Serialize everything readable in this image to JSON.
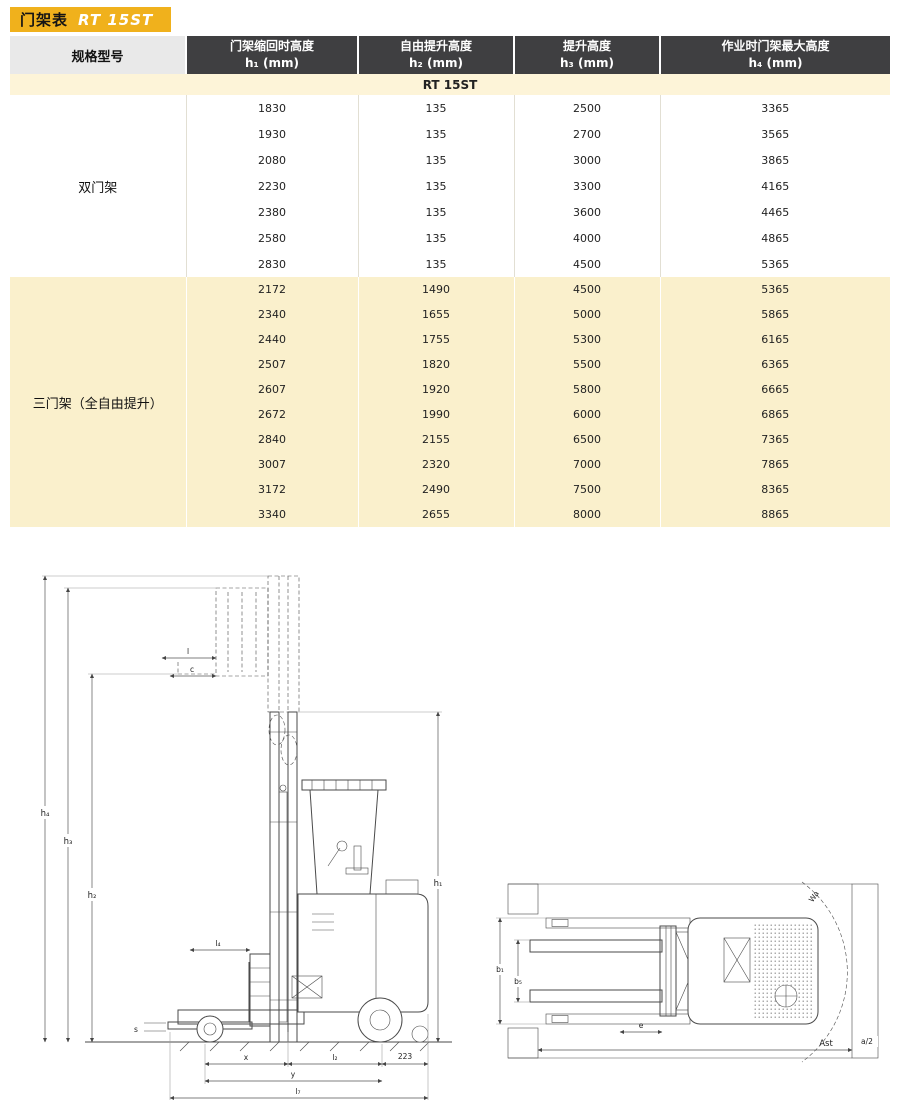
{
  "page": {
    "title": "门架表",
    "model": "RT 15ST"
  },
  "colors": {
    "brand_yellow": "#F0B11C",
    "header_dark": "#3F3F41",
    "header_light_gray": "#E9E9E9",
    "subheader_cream": "#FDF4D8",
    "section_cream": "#FAF0CC"
  },
  "table": {
    "spec_header": "规格型号",
    "columns": [
      {
        "line1": "门架缩回时高度",
        "line2": "h₁ (mm)"
      },
      {
        "line1": "自由提升高度",
        "line2": "h₂ (mm)"
      },
      {
        "line1": "提升高度",
        "line2": "h₃ (mm)"
      },
      {
        "line1": "作业时门架最大高度",
        "line2": "h₄ (mm)"
      }
    ],
    "subheader": "RT 15ST",
    "groups": [
      {
        "name": "双门架",
        "rows": [
          [
            "1830",
            "135",
            "2500",
            "3365"
          ],
          [
            "1930",
            "135",
            "2700",
            "3565"
          ],
          [
            "2080",
            "135",
            "3000",
            "3865"
          ],
          [
            "2230",
            "135",
            "3300",
            "4165"
          ],
          [
            "2380",
            "135",
            "3600",
            "4465"
          ],
          [
            "2580",
            "135",
            "4000",
            "4865"
          ],
          [
            "2830",
            "135",
            "4500",
            "5365"
          ]
        ]
      },
      {
        "name": "三门架（全自由提升）",
        "rows": [
          [
            "2172",
            "1490",
            "4500",
            "5365"
          ],
          [
            "2340",
            "1655",
            "5000",
            "5865"
          ],
          [
            "2440",
            "1755",
            "5300",
            "6165"
          ],
          [
            "2507",
            "1820",
            "5500",
            "6365"
          ],
          [
            "2607",
            "1920",
            "5800",
            "6665"
          ],
          [
            "2672",
            "1990",
            "6000",
            "6865"
          ],
          [
            "2840",
            "2155",
            "6500",
            "7365"
          ],
          [
            "3007",
            "2320",
            "7000",
            "7865"
          ],
          [
            "3172",
            "2490",
            "7500",
            "8365"
          ],
          [
            "3340",
            "2655",
            "8000",
            "8865"
          ]
        ]
      }
    ]
  },
  "diagram": {
    "side": {
      "h1": "h₁",
      "h2": "h₂",
      "h3": "h₃",
      "h4": "h₄",
      "l": "l",
      "c": "c",
      "l4": "l₄",
      "x": "x",
      "l2": "l₂",
      "d223": "223",
      "y": "y",
      "l7": "l₇",
      "s": "s"
    },
    "top": {
      "wa": "Wa",
      "ast": "Ast",
      "a2": "a/2",
      "b1": "b₁",
      "b5": "b₅",
      "e": "e"
    }
  }
}
